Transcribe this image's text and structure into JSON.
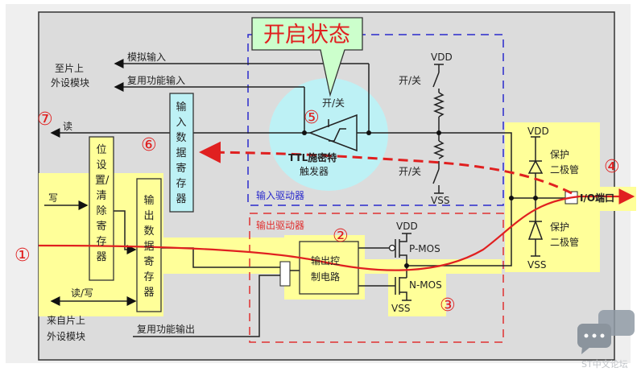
{
  "callout": {
    "text": "开启状态"
  },
  "left_top_module": {
    "line1": "至片上",
    "line2": "外设模块"
  },
  "left_bottom_module": {
    "line1": "来自片上",
    "line2": "外设模块"
  },
  "signals": {
    "analog_input": "模拟输入",
    "alt_input": "复用功能输入",
    "read": "读",
    "write": "写",
    "read_write": "读/写",
    "alt_output": "复用功能输出"
  },
  "registers": {
    "input_data": "输入数据寄存器",
    "bit_set_reset": "位设置/清除寄存器",
    "output_data": "输出数据寄存器"
  },
  "input_driver": {
    "label": "输入驱动器",
    "schmitt_line1": "TTL施密特",
    "schmitt_line2": "触发器",
    "switch": "开/关",
    "pull_up_switch": "开/关",
    "pull_down_switch": "开/关",
    "vdd": "VDD",
    "vss": "VSS"
  },
  "output_driver": {
    "label": "输出驱动器",
    "control_line1": "输出控",
    "control_line2": "制电路",
    "pmos": "P-MOS",
    "nmos": "N-MOS",
    "vdd": "VDD",
    "vss": "VSS"
  },
  "protection": {
    "upper_line1": "保护",
    "upper_line2": "二极管",
    "lower_line1": "保护",
    "lower_line2": "二极管",
    "vdd": "VDD",
    "vss": "VSS"
  },
  "io_port": "I/O端口",
  "markers": [
    "①",
    "②",
    "③",
    "④",
    "⑤",
    "⑥",
    "⑦"
  ],
  "watermark": "ST中文论坛",
  "colors": {
    "accent_red": "#e02020",
    "input_blue": "#2a2acc",
    "highlight_yellow": "#ffff99",
    "cyan": "#bdf1f5",
    "callout_green": "#ccffcc"
  }
}
